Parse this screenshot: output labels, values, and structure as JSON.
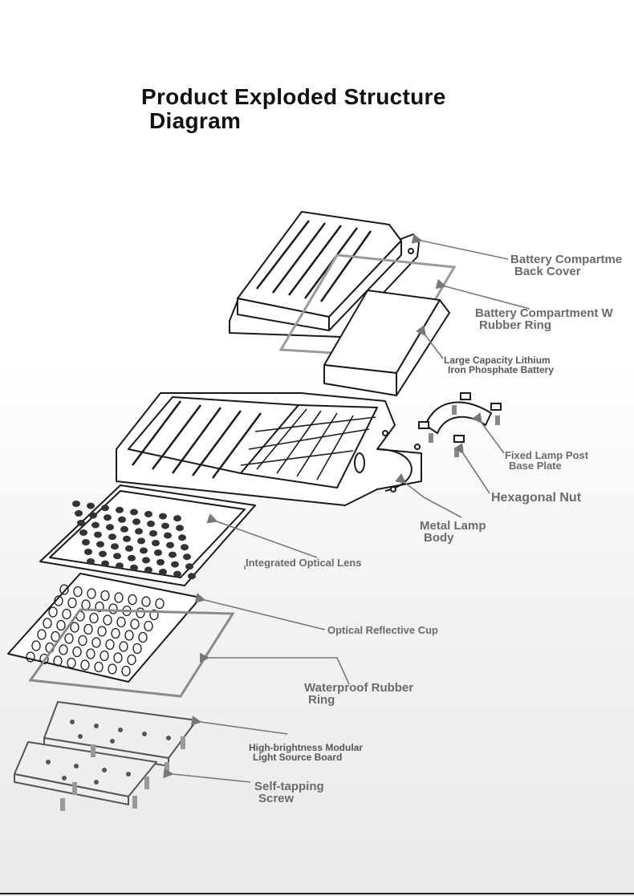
{
  "title": {
    "line1": "Product Exploded Structure",
    "line2": "Diagram"
  },
  "labels": {
    "back_cover": {
      "line1": "Battery Compartme",
      "line2": "Back Cover"
    },
    "rubber_ring_battery": {
      "line1": "Battery Compartment W",
      "line2": "Rubber Ring"
    },
    "battery": {
      "line1": "Large Capacity Lithium",
      "line2": "Iron Phosphate Battery"
    },
    "base_plate": {
      "line1": "Fixed Lamp Post",
      "line2": "Base Plate"
    },
    "hex_nut": {
      "line1": "Hexagonal Nut"
    },
    "lamp_body": {
      "line1": "Metal Lamp",
      "line2": "Body"
    },
    "lens": {
      "line1": "Integrated Optical Lens"
    },
    "reflective_cup": {
      "line1": "Optical Reflective Cup"
    },
    "waterproof_ring": {
      "line1": "Waterproof Rubber",
      "line2": "Ring"
    },
    "light_board": {
      "line1": "High-brightness Modular",
      "line2": "Light Source Board"
    },
    "screw": {
      "line1": "Self-tapping",
      "line2": "Screw"
    }
  },
  "colors": {
    "title": "#111111",
    "label": "#6a6a6a",
    "line": "#777777",
    "stroke": "#1a1a1a"
  }
}
